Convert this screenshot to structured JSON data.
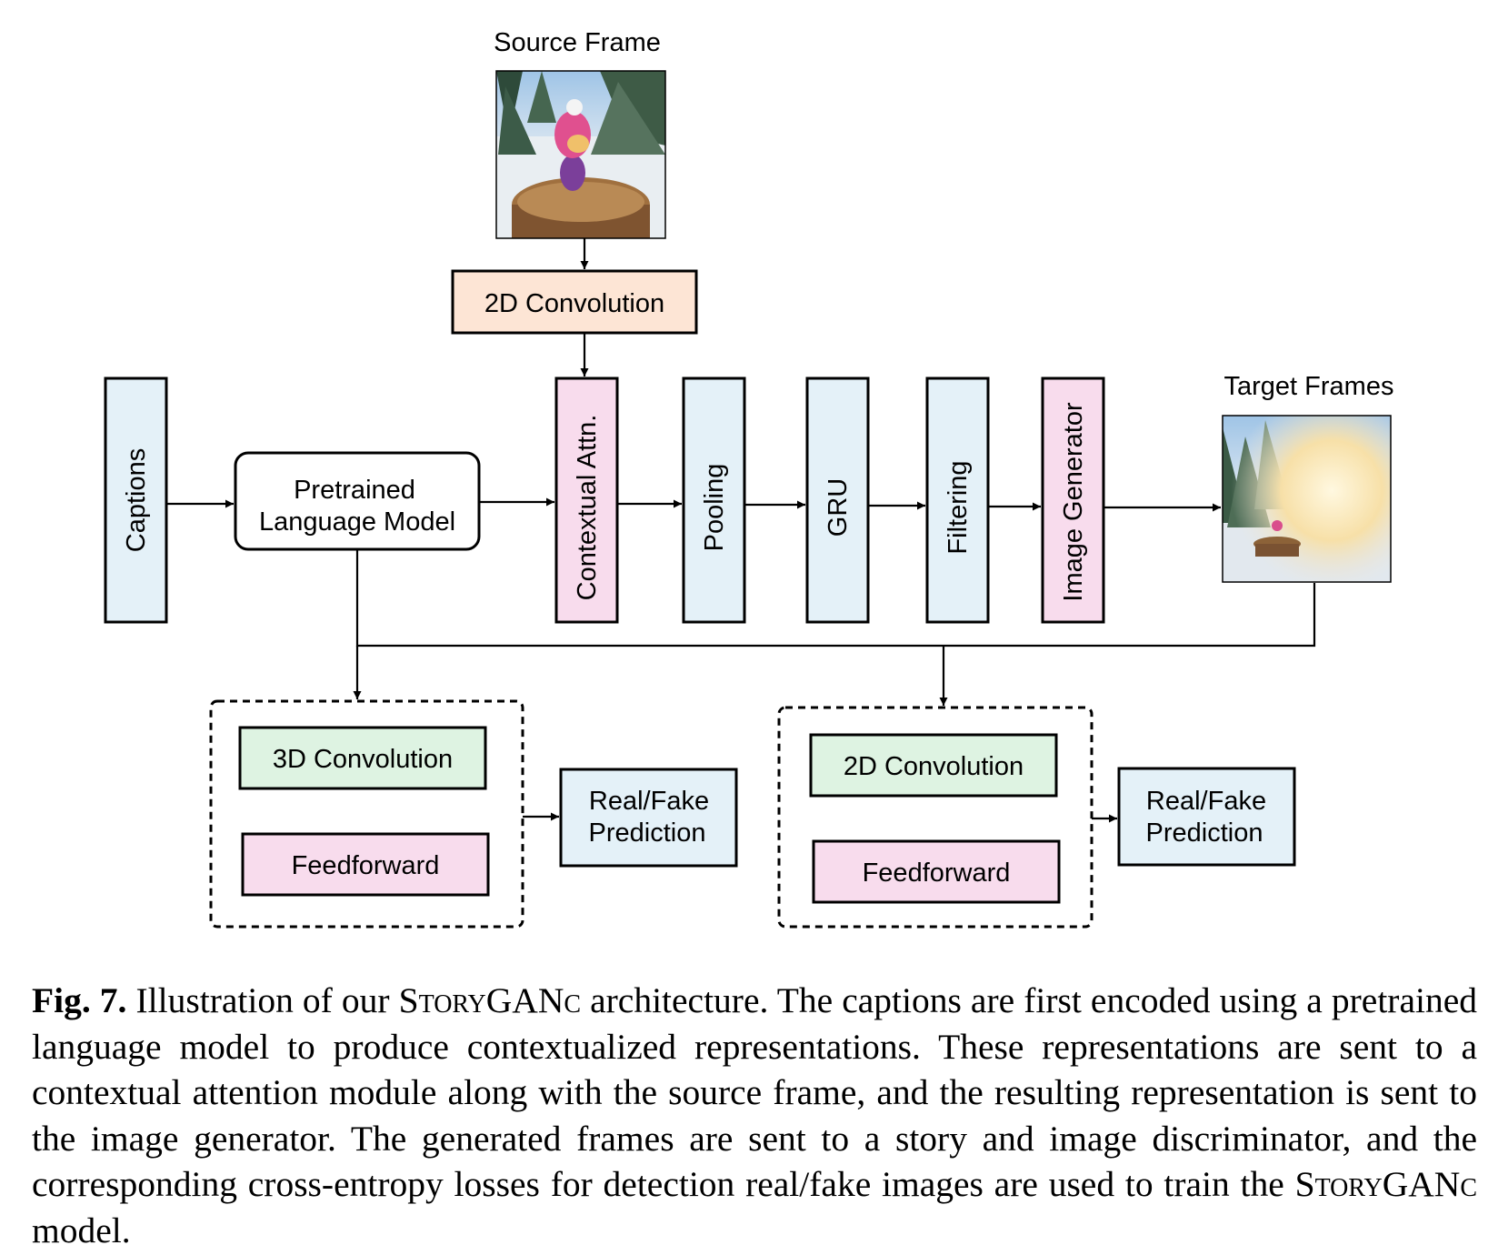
{
  "diagram": {
    "source_frame_label": "Source Frame",
    "target_frames_label": "Target Frames",
    "conv2d_top": "2D Convolution",
    "captions": "Captions",
    "plm_line1": "Pretrained",
    "plm_line2": "Language Model",
    "contextual_attn": "Contextual Attn.",
    "pooling": "Pooling",
    "gru": "GRU",
    "filtering": "Filtering",
    "image_generator": "Image Generator",
    "story_disc": {
      "conv": "3D Convolution",
      "ff": "Feedforward",
      "pred_line1": "Real/Fake",
      "pred_line2": "Prediction"
    },
    "image_disc": {
      "conv": "2D Convolution",
      "ff": "Feedforward",
      "pred_line1": "Real/Fake",
      "pred_line2": "Prediction"
    }
  },
  "colors": {
    "peach": "#fde5d5",
    "pink": "#f8dced",
    "light_blue": "#e4f1f8",
    "light_green": "#def3e2"
  },
  "caption": {
    "label": "Fig. 7.",
    "part1": " Illustration of our ",
    "model1": "StoryGANc",
    "part2": " architecture. The captions are first encoded using a pretrained language model to produce contextualized representations. These representations are sent to a contextual attention module along with the source frame, and the resulting representation is sent to the image generator. The generated frames are sent to a story and image discriminator, and the corresponding cross-entropy losses for detection real/fake images are used to train the ",
    "model2": "StoryGANc",
    "part3": " model."
  }
}
